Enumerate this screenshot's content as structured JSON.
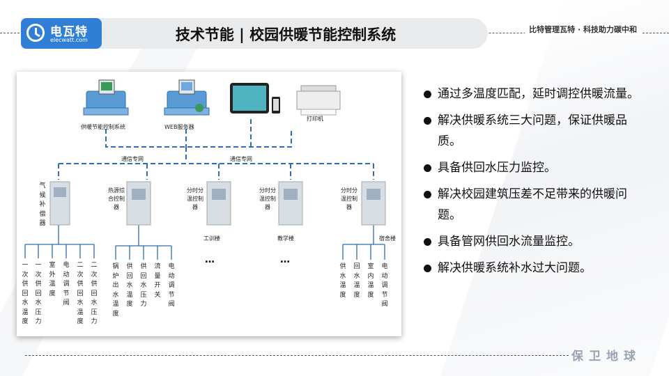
{
  "header": {
    "logo_name": "电瓦特",
    "logo_url": "elecwatt.com",
    "title": "技术节能 | 校园供暖节能控制系统",
    "slogan": "比特管理瓦特 · 科技助力碳中和"
  },
  "diagram": {
    "top_devices": [
      {
        "label": "供暖节能控制系统",
        "icon": "server-icon"
      },
      {
        "label": "WEB服务器",
        "icon": "server-icon"
      },
      {
        "label": "",
        "icon": "tablet-phone-icon"
      },
      {
        "label": "打印机",
        "icon": "printer-icon"
      }
    ],
    "network_labels": [
      "通信专网",
      "通信专网"
    ],
    "controllers": [
      {
        "label": "气候补偿器",
        "building": "",
        "sensors": [
          "一次供回水温度",
          "一次供回水压力",
          "室外温度",
          "电动调节阀",
          "二次供回水温度",
          "二次供回水压力"
        ]
      },
      {
        "label": "热源综合控制器",
        "building": "",
        "sensors": [
          "锅炉出水温度",
          "供回水温度",
          "供回水压力",
          "流量开关",
          "电动调节阀"
        ]
      },
      {
        "label": "分时分温控制器",
        "building": "工训楼",
        "sensors": []
      },
      {
        "label": "分时分温控制器",
        "building": "教学楼",
        "sensors": []
      },
      {
        "label": "分时分温控制器",
        "building": "宿舍楼",
        "sensors": [
          "供水温度",
          "回水温度",
          "室内温度",
          "电动调节阀"
        ]
      }
    ],
    "ellipsis": [
      "…",
      "…"
    ]
  },
  "bullets": [
    "通过多温度匹配，延时调控供暖流量。",
    "解决供暖系统三大问题，保证供暖品质。",
    "具备供回水压力监控。",
    " 解决校园建筑压差不足带来的供暖问题。",
    "具备管网供回水流量监控。",
    " 解决供暖系统补水过大问题。"
  ],
  "footer": {
    "text": "保卫地球"
  },
  "colors": {
    "logo_bg": "#2f7fd6",
    "line": "#2e6db5",
    "footer_text": "#9aa3b3"
  }
}
